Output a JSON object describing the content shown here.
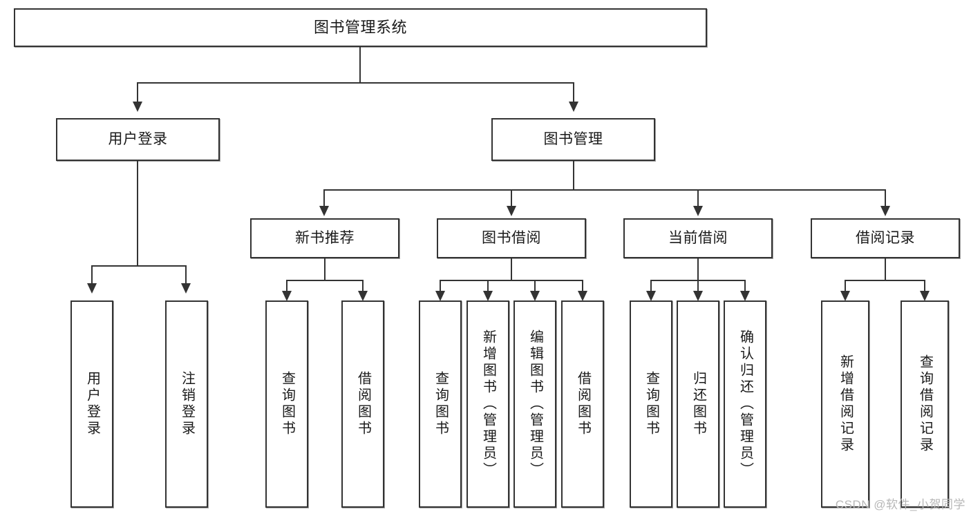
{
  "diagram": {
    "title": "图书管理系统",
    "type": "tree",
    "watermark": "CSDN @软件_小贺同学",
    "nodes": {
      "root": {
        "label": "图书管理系统"
      },
      "level2": [
        {
          "id": "user-login",
          "label": "用户登录"
        },
        {
          "id": "book-management",
          "label": "图书管理"
        }
      ],
      "level3": [
        {
          "id": "new-book-recommend",
          "label": "新书推荐"
        },
        {
          "id": "book-borrow",
          "label": "图书借阅"
        },
        {
          "id": "current-borrow",
          "label": "当前借阅"
        },
        {
          "id": "borrow-record",
          "label": "借阅记录"
        }
      ],
      "leaves": {
        "user-login": [
          {
            "id": "leaf-user-login",
            "label": "用户登录"
          },
          {
            "id": "leaf-user-logout",
            "label": "注销登录"
          }
        ],
        "new-book-recommend": [
          {
            "id": "leaf-query-book-1",
            "label": "查询图书"
          },
          {
            "id": "leaf-borrow-book-1",
            "label": "借阅图书"
          }
        ],
        "book-borrow": [
          {
            "id": "leaf-query-book-2",
            "label": "查询图书"
          },
          {
            "id": "leaf-add-book",
            "label": "新增图书（管理员）"
          },
          {
            "id": "leaf-edit-book",
            "label": "编辑图书（管理员）"
          },
          {
            "id": "leaf-borrow-book-2",
            "label": "借阅图书"
          }
        ],
        "current-borrow": [
          {
            "id": "leaf-query-book-3",
            "label": "查询图书"
          },
          {
            "id": "leaf-return-book",
            "label": "归还图书"
          },
          {
            "id": "leaf-confirm-return",
            "label": "确认归还（管理员）"
          }
        ],
        "borrow-record": [
          {
            "id": "leaf-add-record",
            "label": "新增借阅记录"
          },
          {
            "id": "leaf-query-record",
            "label": "查询借阅记录"
          }
        ]
      }
    },
    "colors": {
      "stroke": "#333333",
      "fill": "#ffffff",
      "text": "#1a1a1a",
      "watermark": "#b7b7b7"
    }
  }
}
